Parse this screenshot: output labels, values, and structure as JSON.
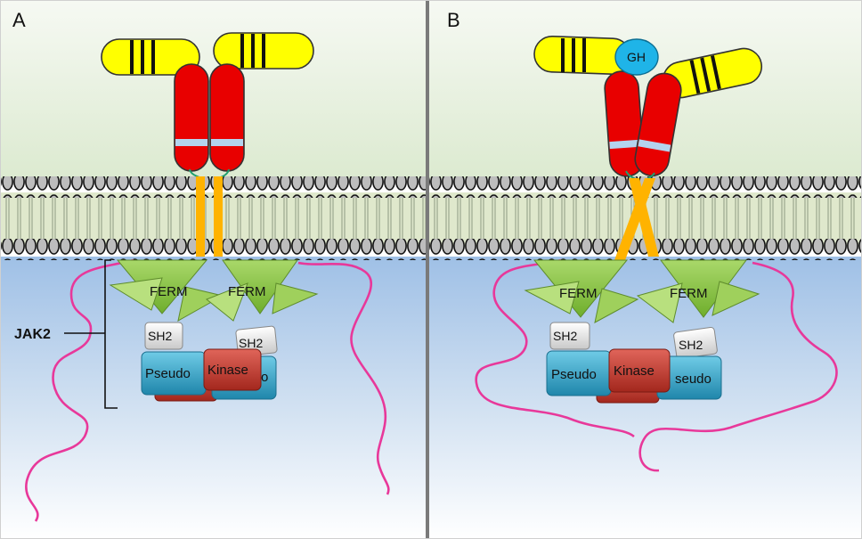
{
  "panels": {
    "a": {
      "label": "A"
    },
    "b": {
      "label": "B"
    }
  },
  "labels": {
    "gh": "GH",
    "ferm": "FERM",
    "sh2": "SH2",
    "pseudo": "Pseudo",
    "kinase": "Kinase",
    "jak2": "JAK2",
    "pseudo_partial_a": "o",
    "pseudo_partial_b": "seudo"
  },
  "colors": {
    "extracellular_top": "#f4f8f0",
    "extracellular_bottom": "#dfebd2",
    "cytoplasm_top": "#a6c4e6",
    "cytoplasm_bottom": "#ffffff",
    "receptor_extracellular": "#ffff00",
    "receptor_body": "#e80000",
    "transmembrane": "#ffb300",
    "gh_ligand": "#1fb4e8",
    "ferm": "#8fcf45",
    "pseudo": "#2b9fc4",
    "kinase": "#c0392b",
    "sh2": "#e6e6e6",
    "unstructured_tail": "#e8389a",
    "divider": "#808080"
  }
}
